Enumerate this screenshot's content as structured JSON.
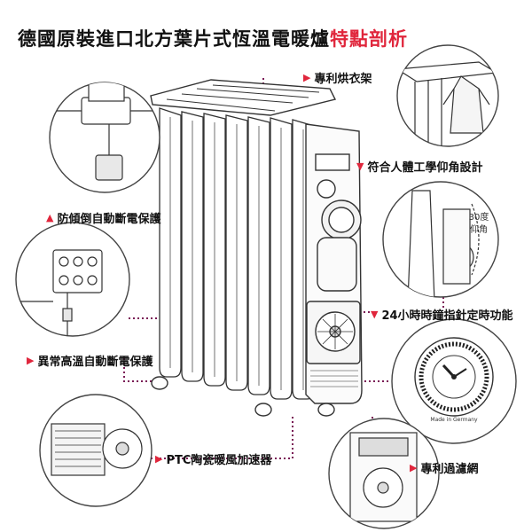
{
  "title": {
    "main": "德國原裝進口北方葉片式恆溫電暖爐",
    "highlight": "特點剖析"
  },
  "features": {
    "dryer_rack": "專利烘衣架",
    "ergonomic": "符合人體工學仰角設計",
    "tilt_protect": "防傾倒自動斷電保護",
    "overheat_protect": "異常高溫自動斷電保護",
    "timer": "24小時時鐘指針定時功能",
    "ptc_fan": "PTC陶瓷暖風加速器",
    "filter": "專利過濾網"
  },
  "annotations": {
    "angle_line1": "30度",
    "angle_line2": "仰角",
    "made_in": "Made in Germany"
  },
  "colors": {
    "accent": "#e0263c",
    "dotted_line": "#7a1a55",
    "stroke": "#333333"
  }
}
